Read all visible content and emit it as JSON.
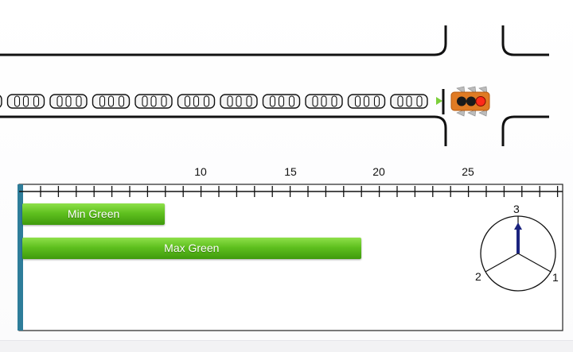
{
  "timeline": {
    "tick_labels": [
      "10",
      "15",
      "20",
      "25"
    ],
    "bars": [
      {
        "label": "Min Green",
        "start": 0,
        "end": 8
      },
      {
        "label": "Max Green",
        "start": 0,
        "end": 19
      }
    ]
  },
  "dial": {
    "labels": [
      "1",
      "2",
      "3"
    ],
    "active_phase": "3"
  },
  "intersection": {
    "queued_cars": 11,
    "signal_state": "red"
  },
  "colors": {
    "green_bar": "#5fc01f",
    "dial_needle": "#1a237e",
    "axis_bar": "#2e7d9a",
    "signal_body": "#e07b24",
    "signal_red": "#ff2a1a"
  }
}
